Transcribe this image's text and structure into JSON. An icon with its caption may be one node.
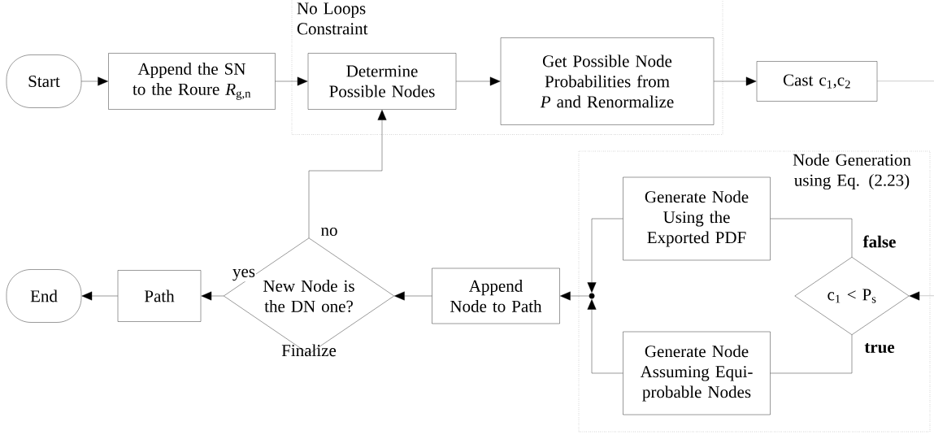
{
  "diagram": {
    "nodes": [
      {
        "text": [
          "Start"
        ]
      },
      {
        "text": [
          "Append the SN to the Roure *R*$_{g,n}$"
        ]
      },
      {
        "text": [
          "No Loops Constraint"
        ]
      },
      {
        "text": [
          "Determine Possible Nodes"
        ],
        "in": 2
      },
      {
        "text": [
          "Get Possible Node Probabilities from *P* and Renormalize"
        ],
        "in": 2
      },
      {
        "text": [
          "Cast c$_{1}$,c$_{2}$"
        ]
      },
      {
        "text": [
          "Node Generation using Eq. (2.23)"
        ]
      },
      {
        "text": [
          "Generate Node Using the Exported PDF"
        ],
        "in": 6
      },
      {
        "text": [
          "c$_{1}$ < P$_{s}$"
        ],
        "in": 6
      },
      {
        "text": [
          "Generate Node Assuming Equi-probable Nodes"
        ],
        "in": 6
      },
      {
        "text": [],
        "shape": "circle",
        "in": 6
      },
      {
        "text": [
          "Append Node to Path"
        ]
      },
      {
        "text": [
          "New Node is the DN one?",
          "Finalize"
        ]
      },
      {
        "text": [
          "Path"
        ]
      },
      {
        "text": [
          "End"
        ]
      }
    ],
    "edges": [
      {
        "from": 0,
        "to": 1,
        "arrow": "to"
      },
      {
        "from": 1,
        "to": 3,
        "arrow": "to"
      },
      {
        "from": 3,
        "to": 4,
        "arrow": "to"
      },
      {
        "from": 4,
        "to": 5,
        "arrow": "to"
      },
      {
        "from": 5,
        "to": null,
        "arrow": "none"
      },
      {
        "from": null,
        "to": 8,
        "arrow": "to"
      },
      {
        "from": 8,
        "to": 7,
        "arrow": "none",
        "label": "false"
      },
      {
        "from": 8,
        "to": 9,
        "arrow": "none",
        "label": "true"
      },
      {
        "from": 7,
        "to": 10,
        "arrow": "to"
      },
      {
        "from": 9,
        "to": 10,
        "arrow": "to"
      },
      {
        "from": 10,
        "to": 11,
        "arrow": "to"
      },
      {
        "from": 11,
        "to": 12,
        "arrow": "to"
      },
      {
        "from": 12,
        "to": 13,
        "arrow": "to",
        "label": "yes"
      },
      {
        "from": 12,
        "to": 3,
        "arrow": "to",
        "label": "no"
      },
      {
        "from": 13,
        "to": 14,
        "arrow": "to"
      }
    ]
  }
}
